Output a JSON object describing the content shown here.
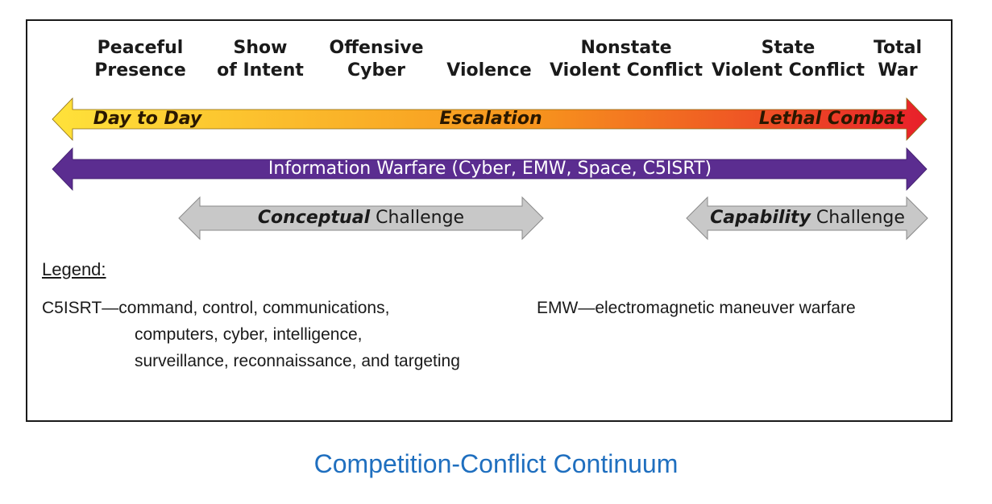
{
  "stages": [
    {
      "line1": "Peaceful",
      "line2": "Presence"
    },
    {
      "line1": "Show",
      "line2": "of Intent"
    },
    {
      "line1": "Offensive",
      "line2": "Cyber"
    },
    {
      "line1": "",
      "line2": "Violence"
    },
    {
      "line1": "Nonstate",
      "line2": "Violent Conflict"
    },
    {
      "line1": "State",
      "line2": "Violent Conflict"
    },
    {
      "line1": "Total",
      "line2": "War"
    }
  ],
  "escalation_arrow": {
    "left_label": "Day to Day",
    "center_label": "Escalation",
    "right_label": "Lethal Combat",
    "color_start": "#ffe23a",
    "color_mid": "#f7941d",
    "color_end": "#e8202a"
  },
  "info_warfare_arrow": {
    "label": "Information Warfare (Cyber, EMW, Space, C5ISRT)",
    "color": "#5b2d90"
  },
  "challenge_arrows": [
    {
      "emphasis": "Conceptual",
      "rest": " Challenge"
    },
    {
      "emphasis": "Capability",
      "rest": " Challenge"
    }
  ],
  "challenge_color": "#c8c8c8",
  "legend": {
    "title": "Legend:",
    "c5isrt_lines": [
      "C5ISRT—command, control, communications,",
      "computers, cyber, intelligence,",
      "surveillance, reconnaissance, and targeting"
    ],
    "emw": "EMW—electromagnetic maneuver warfare"
  },
  "caption": "Competition-Conflict Continuum",
  "caption_color": "#1f6fbf"
}
